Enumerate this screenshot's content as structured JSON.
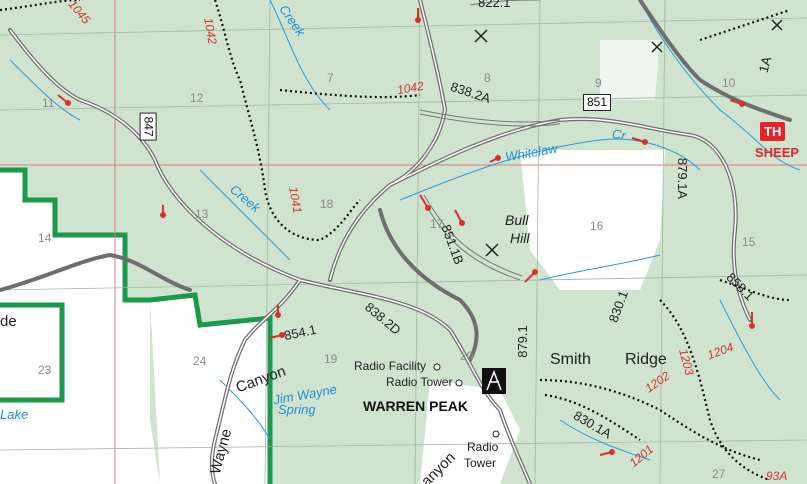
{
  "sections": [
    "11",
    "12",
    "7",
    "8",
    "9",
    "10",
    "13",
    "18",
    "17",
    "16",
    "15",
    "14",
    "24",
    "23",
    "19",
    "20",
    "27"
  ],
  "red_numbers": [
    "1045",
    "1042",
    "1042",
    "1041",
    "1203",
    "1204",
    "1202",
    "1201",
    "93A"
  ],
  "road_labels": [
    "838.2A",
    "838.2D",
    "851.1B",
    "854.1",
    "879.1A",
    "879.1",
    "858.1",
    "830.1",
    "830.1A",
    "1A",
    "822.1"
  ],
  "shields": [
    "847",
    "851"
  ],
  "trailhead": {
    "badge": "TH",
    "text": "SHEEP"
  },
  "water_labels": [
    "Creek",
    "Creek",
    "Whitelaw",
    "Cr",
    "Jim Wayne",
    "Spring",
    "Lake"
  ],
  "place_names": [
    "Bull",
    "Hill",
    "Smith",
    "Ridge",
    "Canyon",
    "Wayne",
    "anyon",
    "de"
  ],
  "peak": "WARREN PEAK",
  "facility": {
    "radio_facility": "Radio Facility",
    "radio_tower": "Radio Tower",
    "radio": "Radio",
    "tower": "Tower"
  },
  "colors": {
    "forest": "#cfe3cf",
    "private": "#ffffff",
    "boundary": "#1a9a4a",
    "grid": "#e05050",
    "water": "#2a9ad8",
    "road": "#6e6e6e"
  }
}
